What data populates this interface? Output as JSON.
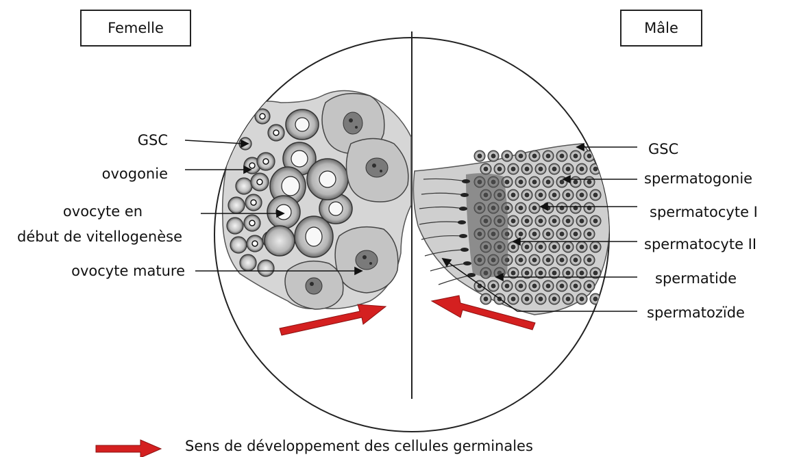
{
  "headers": {
    "female": "Femelle",
    "male": "Mâle"
  },
  "female_labels": {
    "gsc": "GSC",
    "ovogonie": "ovogonie",
    "ovocyte_debut_line1": "ovocyte en",
    "ovocyte_debut_line2": "début de vitellogenèse",
    "ovocyte_mature": "ovocyte mature"
  },
  "male_labels": {
    "gsc": "GSC",
    "spermatogonie": "spermatogonie",
    "spermatocyte_1": "spermatocyte I",
    "spermatocyte_2": "spermatocyte II",
    "spermatide": "spermatide",
    "spermatozoide": "spermatozïde"
  },
  "legend": {
    "text": "Sens de développement des cellules germinales",
    "arrow_color": "#d42020"
  },
  "colors": {
    "line": "#222222",
    "arrow": "#d42020",
    "tissue_light": "#d9d9d9",
    "tissue_dark": "#4a4a4a"
  }
}
